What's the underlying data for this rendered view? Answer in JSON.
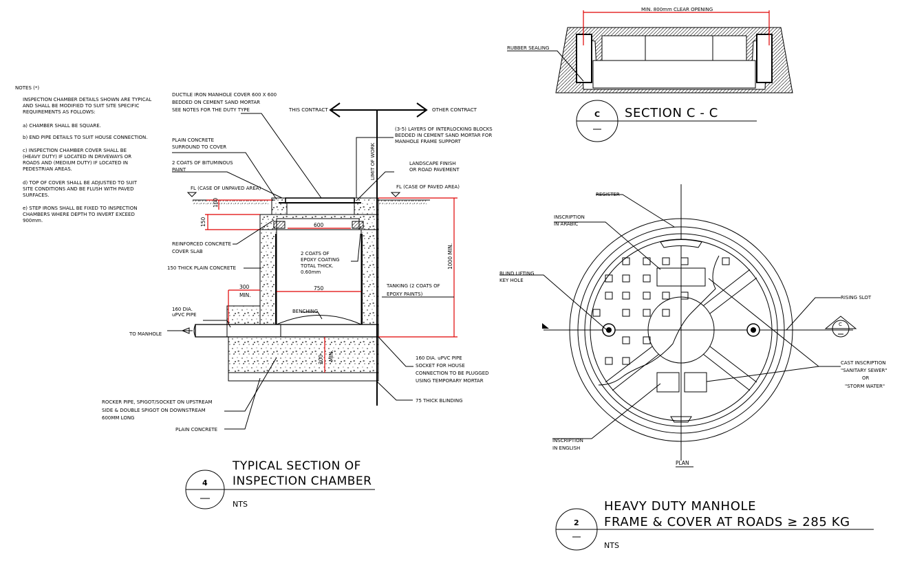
{
  "notes": {
    "heading": "NOTES (*)",
    "intro": [
      "INSPECTION CHAMBER DETAILS SHOWN ARE TYPICAL",
      "AND SHALL BE MODIFIED TO SUIT SITE SPECIFIC",
      "REQUIREMENTS AS FOLLOWS:"
    ],
    "a": [
      "a)  CHAMBER SHALL BE SQUARE."
    ],
    "b": [
      "b)  END PIPE DETAILS TO SUIT HOUSE CONNECTION."
    ],
    "c": [
      "c)  INSPECTION CHAMBER COVER SHALL BE",
      "     (HEAVY DUTY) IF LOCATED IN DRIVEWAYS OR",
      "     ROADS AND (MEDIUM DUTY) IF LOCATED IN",
      "     PEDESTRIAN AREAS."
    ],
    "d": [
      "d)  TOP OF COVER SHALL BE ADJUSTED TO SUIT",
      "     SITE CONDITIONS AND BE FLUSH WITH PAVED",
      "     SURFACES."
    ],
    "e": [
      "e)  STEP IRONS SHALL BE FIXED TO INSPECTION",
      "     CHAMBERS WHERE DEPTH TO INVERT EXCEED",
      "     900mm."
    ]
  },
  "section": {
    "cover_note": [
      "DUCTILE IRON MANHOLE COVER 600 X 600",
      "BEDDED ON CEMENT SAND MORTAR",
      "SEE NOTES FOR THE DUTY TYPE"
    ],
    "this_contract": "THIS CONTRACT",
    "other_contract": "OTHER CONTRACT",
    "blocks_note": [
      "(3-5) LAYERS OF INTERLOCKING BLOCKS",
      "BEDDED IN CEMENT SAND MORTAR FOR",
      "MANHOLE FRAME SUPPORT"
    ],
    "plain_concrete_surround": [
      "PLAIN CONCRETE",
      "SURROUND TO COVER"
    ],
    "bituminous": [
      "2 COATS OF BITUMINOUS",
      "PAINT"
    ],
    "limit_of_work": "LIMIT OF WORK",
    "landscape": [
      "LANDSCAPE FINISH",
      "OR ROAD PAVEMENT"
    ],
    "fl_unpaved": "FL (CASE OF UNPAVED AREA)",
    "fl_paved": "FL (CASE OF PAVED AREA)",
    "dim_100": "100",
    "dim_150": "150",
    "dim_600": "600",
    "dim_1000": "1000 MIN.",
    "rc_slab": [
      "REINFORCED CONCRETE",
      "COVER SLAB"
    ],
    "epoxy": [
      "2 COATS OF",
      "EPOXY COATING",
      "TOTAL THICK.",
      "0.60mm"
    ],
    "plain_150": "150 THICK PLAIN CONCRETE",
    "dim_300": "300",
    "dim_min": "MIN.",
    "dim_750": "750",
    "tanking": [
      "TANKING (2 COATS OF",
      "EPOXY PAINTS)"
    ],
    "pipe_160": [
      "160 DIA.",
      "uPVC PIPE"
    ],
    "benching": "BENCHING",
    "to_manhole": "TO MANHOLE",
    "dim_200": "200",
    "socket_note": [
      "160 DIA. uPVC PIPE",
      "SOCKET FOR HOUSE",
      "CONNECTION TO BE PLUGGED",
      "USING TEMPORARY MORTAR"
    ],
    "rocker": [
      "ROCKER PIPE, SPIGOT/SOCKET ON UPSTREAM",
      "SIDE & DOUBLE SPIGOT ON DOWNSTREAM",
      "600MM LONG"
    ],
    "blinding": "75 THICK BLINDING",
    "plain_concrete": "PLAIN CONCRETE"
  },
  "title1": {
    "num": "4",
    "line1": "TYPICAL SECTION OF",
    "line2": "INSPECTION CHAMBER",
    "scale": "NTS"
  },
  "sectionC": {
    "opening": "MIN. 800mm CLEAR OPENING",
    "rubber": "RUBBER SEALING",
    "bubble": "C",
    "title": "SECTION C - C"
  },
  "plan": {
    "register": "REGISTER",
    "arabic": [
      "INSCRIPTION",
      "IN ARABIC"
    ],
    "blind": [
      "BLIND LIFTING",
      "KEY HOLE"
    ],
    "rising": "RISING SLOT",
    "cast": [
      "CAST INSCRIPTION",
      "\"SANITARY SEWER\"",
      "OR",
      "\"STORM WATER\""
    ],
    "english": [
      "INSCRIPTION",
      "IN ENGLISH"
    ],
    "label": "PLAN",
    "cut": "C"
  },
  "title2": {
    "num": "2",
    "line1": "HEAVY DUTY MANHOLE",
    "line2": "FRAME & COVER  AT ROADS ≥ 285 KG",
    "scale": "NTS"
  }
}
